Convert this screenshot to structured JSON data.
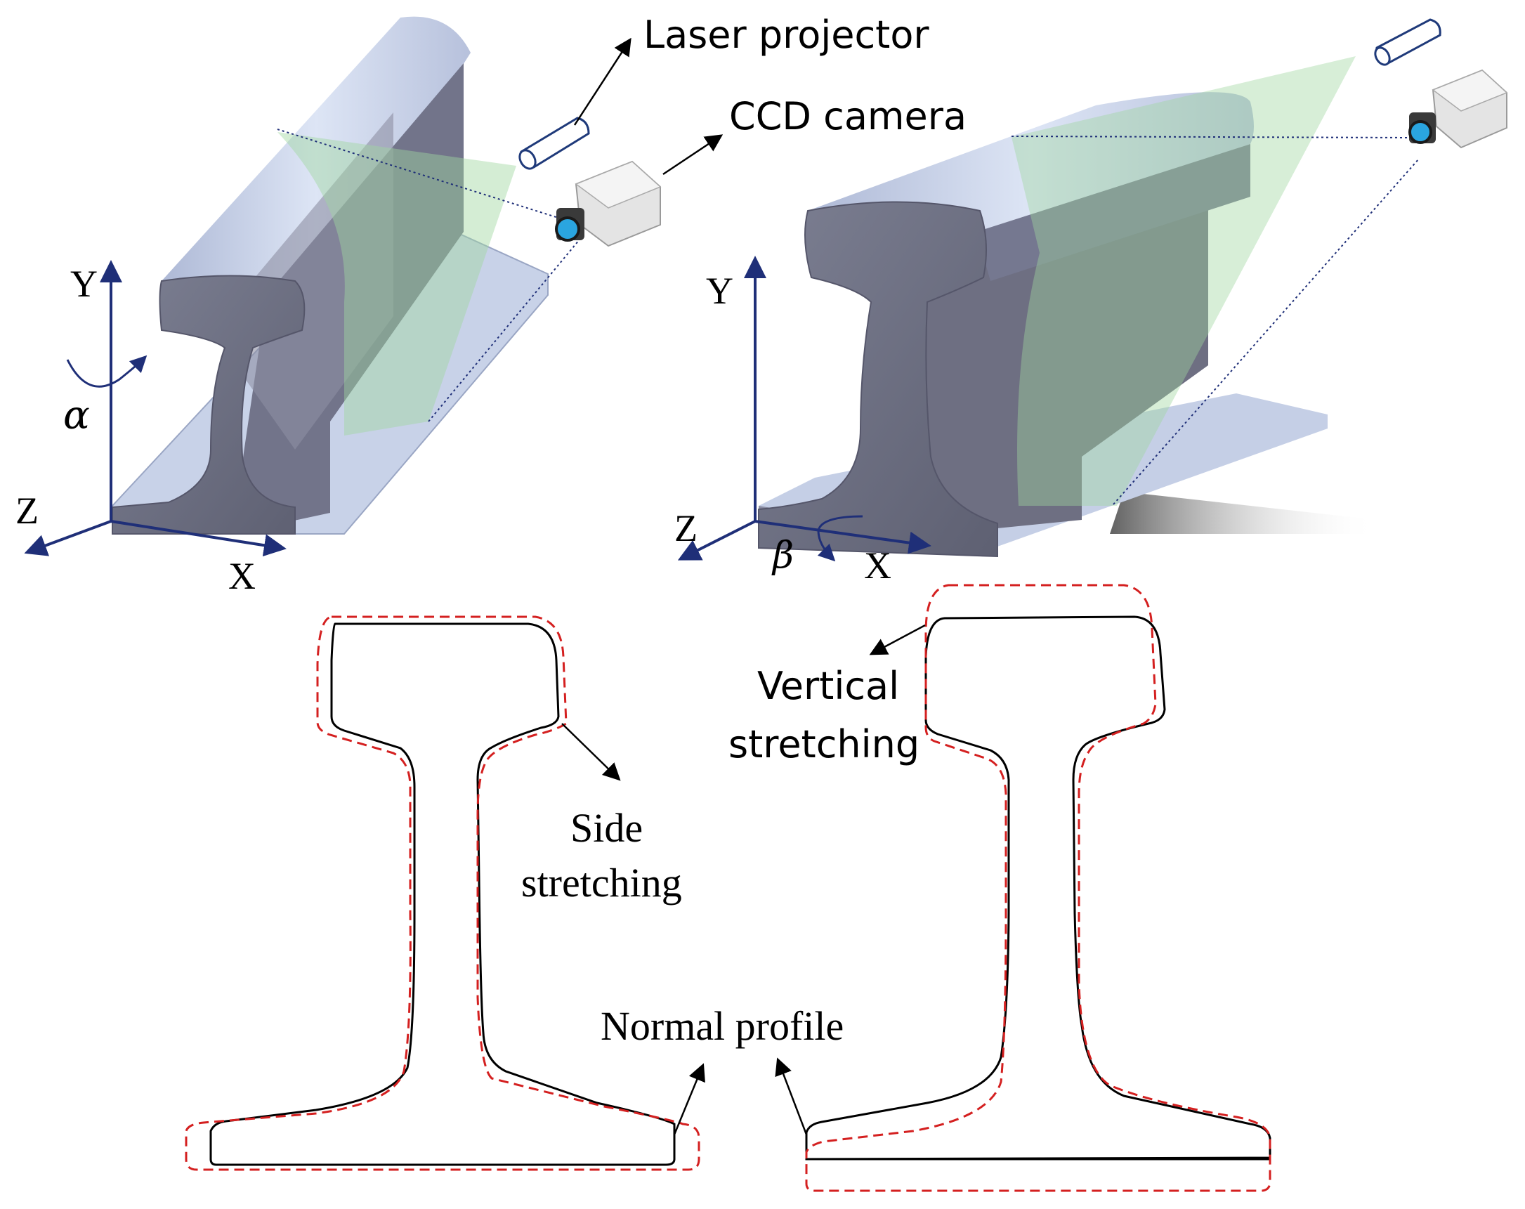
{
  "labels": {
    "laser_projector": "Laser projector",
    "ccd_camera": "CCD camera",
    "axis_y": "Y",
    "axis_z": "Z",
    "axis_x": "X",
    "alpha": "α",
    "beta": "β",
    "vertical_line1": "Vertical",
    "vertical_line2": "stretching",
    "side_line1": "Side",
    "side_line2": "stretching",
    "normal_profile": "Normal profile"
  },
  "colors": {
    "axis": "#1f2f78",
    "rail_top": "#c9d4ea",
    "rail_side": "#6b6b7d",
    "rail_web": "#585868",
    "laser_plane": "#9fd79f",
    "profile": "#000000",
    "distorted": "#d42020",
    "device_outline": "#1f3a7a",
    "lens": "#2aa5e0"
  },
  "icons": {
    "laser": "laser-projector-icon",
    "camera": "ccd-camera-icon"
  }
}
